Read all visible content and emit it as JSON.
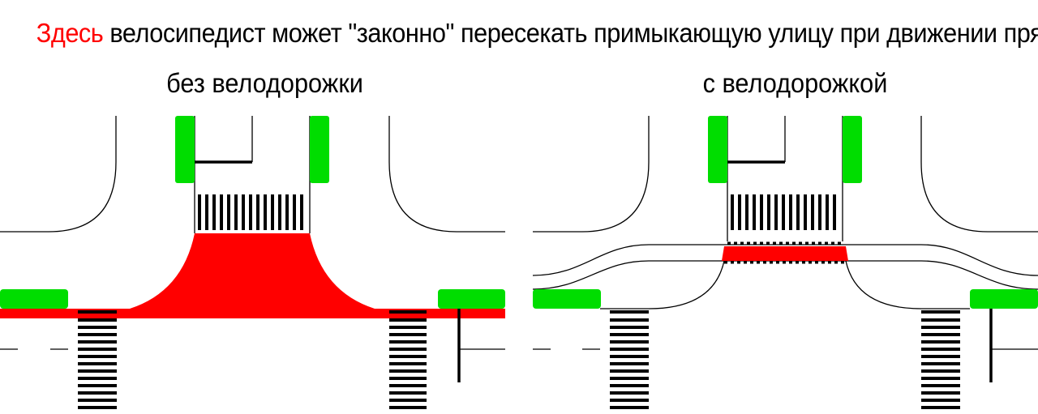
{
  "headline": {
    "accent_word": "Здесь",
    "rest": " велосипедист может \"законно\" пересекать примыкающую улицу при движении прямо"
  },
  "panels": [
    {
      "id": "left",
      "subtitle": "без велодорожки"
    },
    {
      "id": "right",
      "subtitle": "с велодорожкой"
    }
  ],
  "colors": {
    "highlight": "#ff0000",
    "island": "#00dd00",
    "line": "#000000",
    "background": "#ffffff"
  }
}
